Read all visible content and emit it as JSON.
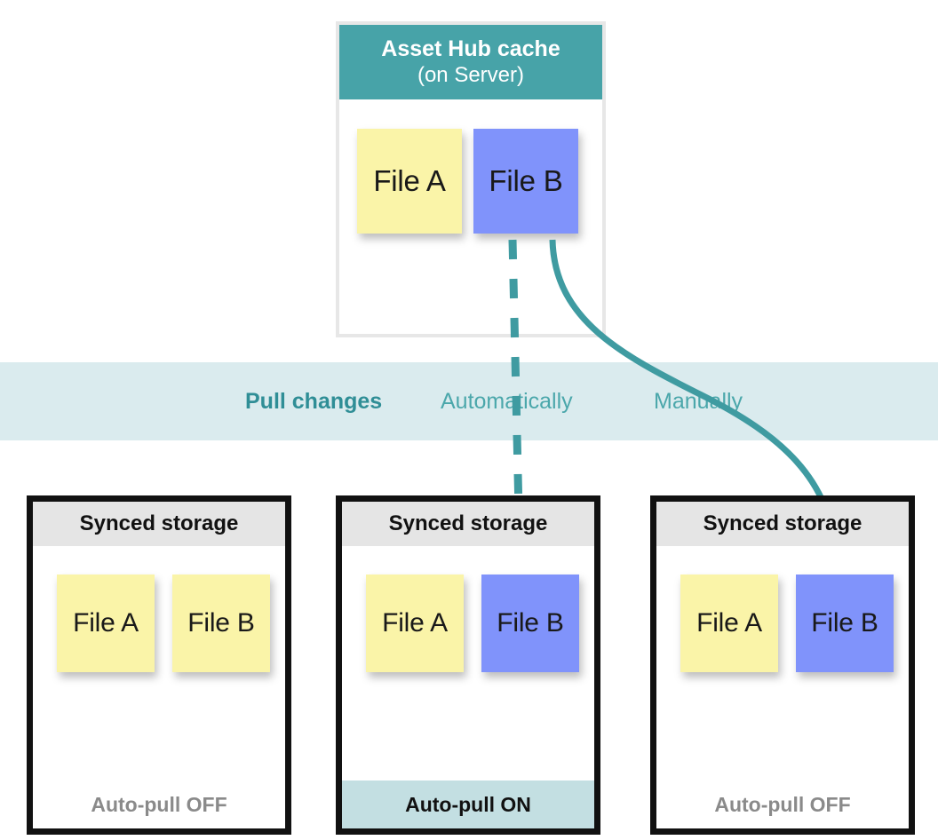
{
  "diagram": {
    "title_visible": false,
    "colors": {
      "teal": "#47a3a8",
      "teal_text": "#2f8e96",
      "teal_light_text": "#4ba7ab",
      "band_background": "#daebee",
      "note_yellow": "#faf4a8",
      "note_blue": "#8093fb",
      "header_gray": "#e5e5e5",
      "border_black": "#111111",
      "cache_border": "#e7e7e7",
      "footer_on_background": "#c3dfe2",
      "footer_off_text": "#8a8a8a"
    }
  },
  "cache": {
    "title": "Asset Hub cache",
    "subtitle": "(on Server)",
    "notes": [
      {
        "label": "File A",
        "color": "yellow"
      },
      {
        "label": "File B",
        "color": "blue"
      }
    ]
  },
  "band": {
    "title": "Pull changes",
    "automatic_label": "Automatically",
    "manual_label": "Manually"
  },
  "stores": [
    {
      "header": "Synced storage",
      "footer": "Auto-pull OFF",
      "auto_pull": "off",
      "notes": [
        {
          "label": "File A",
          "color": "yellow"
        },
        {
          "label": "File B",
          "color": "yellow"
        }
      ]
    },
    {
      "header": "Synced storage",
      "footer": "Auto-pull ON",
      "auto_pull": "on",
      "notes": [
        {
          "label": "File A",
          "color": "yellow"
        },
        {
          "label": "File B",
          "color": "blue"
        }
      ]
    },
    {
      "header": "Synced storage",
      "footer": "Auto-pull OFF",
      "auto_pull": "off",
      "notes": [
        {
          "label": "File A",
          "color": "yellow"
        },
        {
          "label": "File B",
          "color": "blue"
        }
      ]
    }
  ],
  "arrows": [
    {
      "name": "automatic-pull-arrow",
      "style": "dashed",
      "from": "cache File B",
      "to": "middle store File B"
    },
    {
      "name": "manual-pull-arrow",
      "style": "solid-curved",
      "from": "cache File B",
      "to": "right store File B"
    }
  ]
}
